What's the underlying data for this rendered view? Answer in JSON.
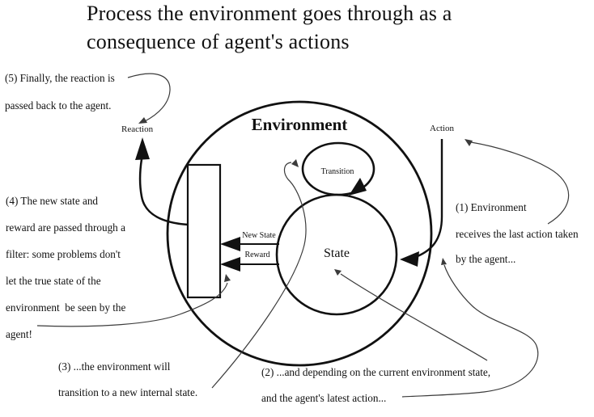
{
  "title": {
    "line1": "Process the environment goes through as a",
    "line2": "consequence of agent's actions"
  },
  "diagram": {
    "environment_label": "Environment",
    "transition_label": "Transition",
    "state_label": "State",
    "reaction_label": "Reaction",
    "action_label": "Action",
    "new_state_label": "New State",
    "reward_label": "Reward"
  },
  "annotations": {
    "a1": {
      "lines": [
        "(1) Environment",
        "receives the last action taken",
        "by the agent..."
      ]
    },
    "a2": {
      "lines": [
        "(2) ...and depending on the current environment state,",
        "and the agent's latest action..."
      ]
    },
    "a3": {
      "lines": [
        "(3) ...the environment will",
        "transition to a new internal state."
      ]
    },
    "a4": {
      "lines": [
        "(4) The new state and",
        "reward are passed through a",
        "filter: some problems don't",
        "let the true state of the",
        "environment  be seen by the",
        "agent!"
      ]
    },
    "a5": {
      "lines": [
        "(5) Finally, the reaction is",
        "passed back to the agent."
      ]
    }
  },
  "colors": {
    "ink": "#111111",
    "thin_line": "#3b3b3b",
    "background": "#ffffff"
  }
}
